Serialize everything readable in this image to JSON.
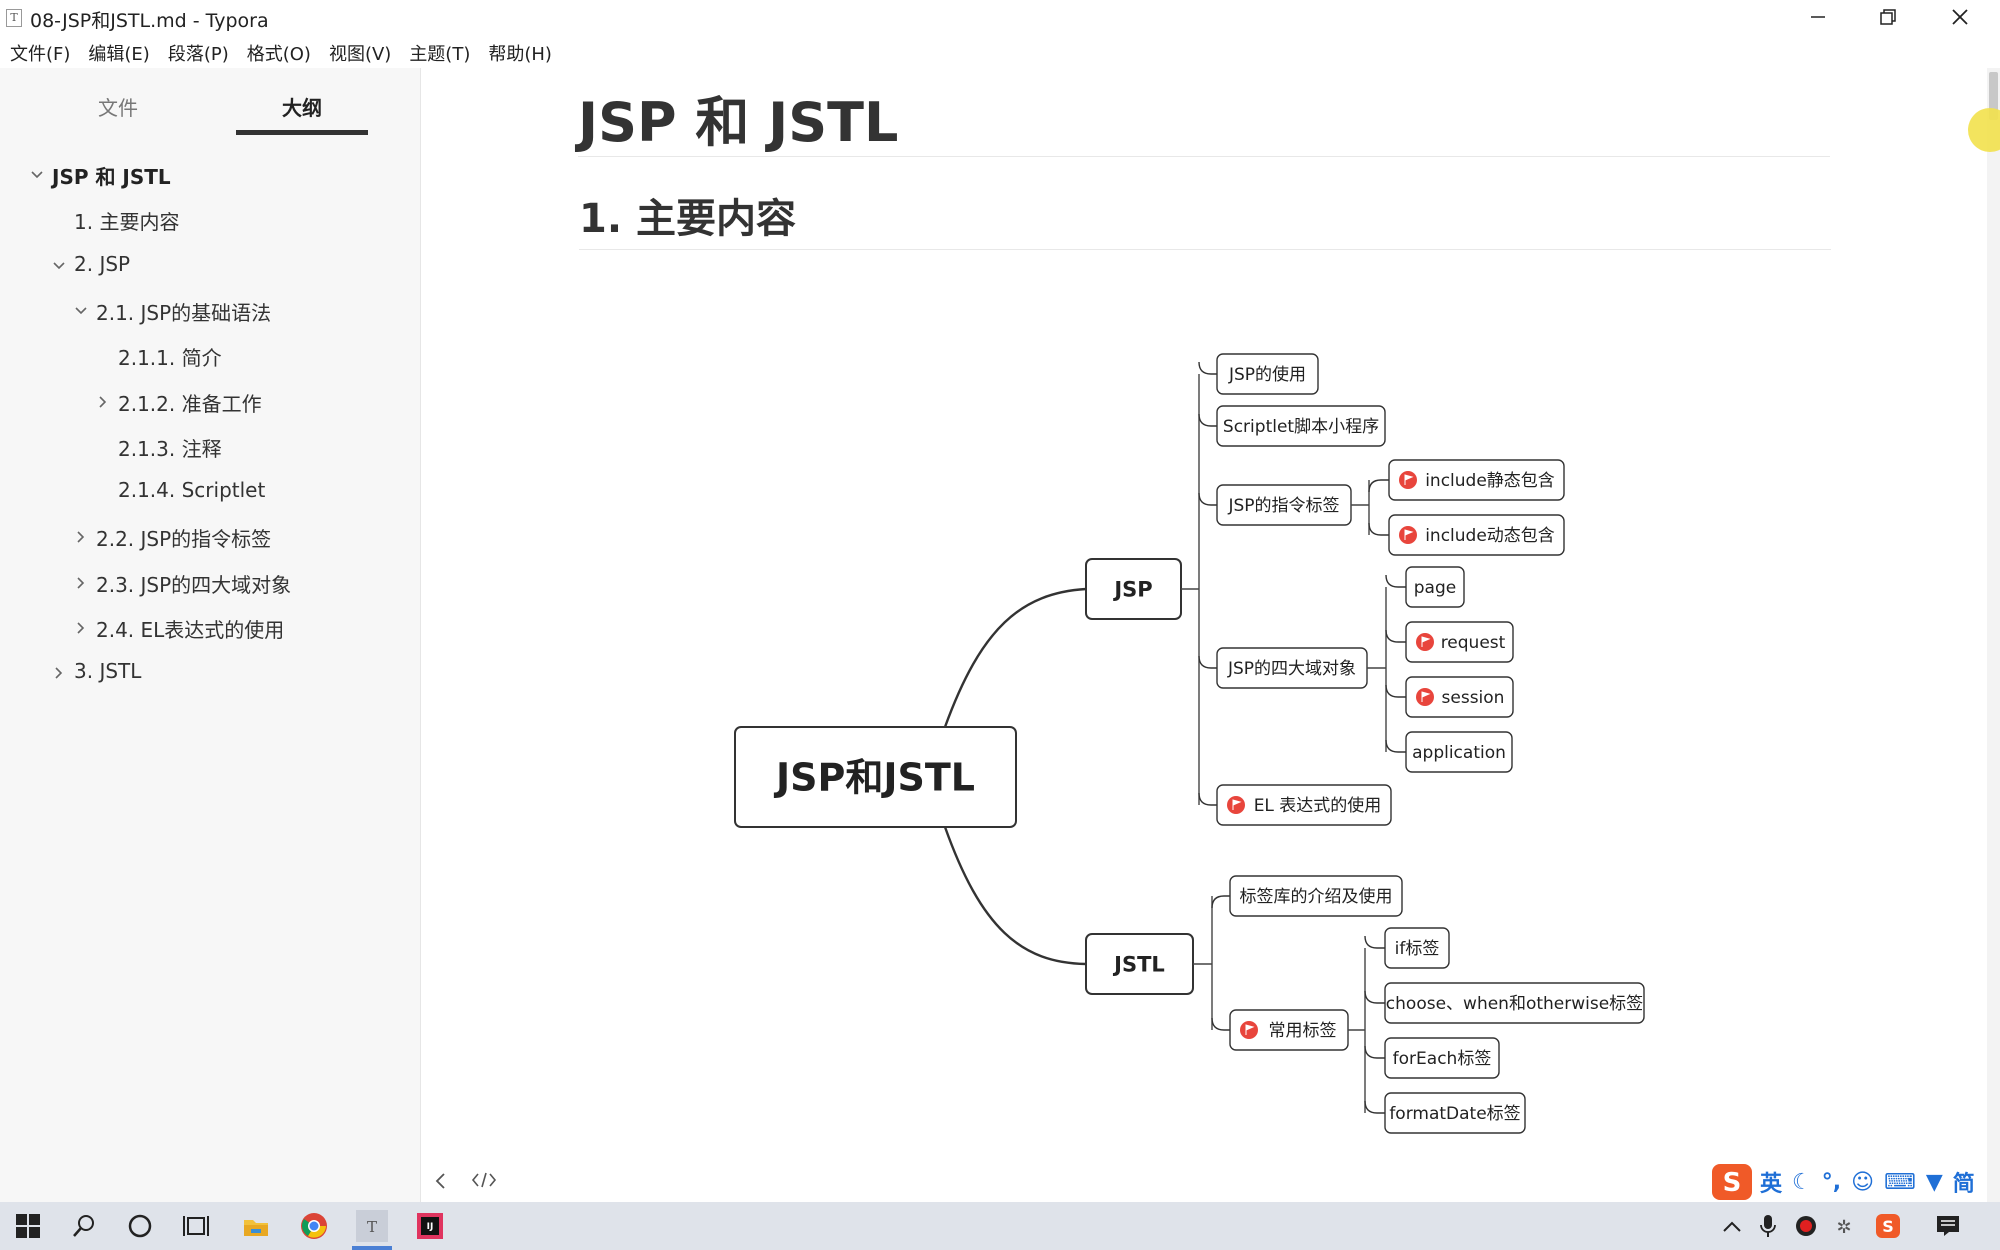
{
  "window": {
    "title": "08-JSP和JSTL.md - Typora",
    "app_icon_letter": "T"
  },
  "menu": [
    "文件(F)",
    "编辑(E)",
    "段落(P)",
    "格式(O)",
    "视图(V)",
    "主题(T)",
    "帮助(H)"
  ],
  "sidebar": {
    "tabs": [
      {
        "label": "文件",
        "active": false
      },
      {
        "label": "大纲",
        "active": true
      }
    ],
    "outline": [
      {
        "label": "JSP 和 JSTL",
        "level": 0,
        "state": "expanded"
      },
      {
        "label": "1. 主要内容",
        "level": 1,
        "state": "none"
      },
      {
        "label": "2. JSP",
        "level": 1,
        "state": "expanded"
      },
      {
        "label": "2.1. JSP的基础语法",
        "level": 2,
        "state": "expanded"
      },
      {
        "label": "2.1.1. 简介",
        "level": 3,
        "state": "none"
      },
      {
        "label": "2.1.2. 准备工作",
        "level": 3,
        "state": "collapsed"
      },
      {
        "label": "2.1.3. 注释",
        "level": 3,
        "state": "none"
      },
      {
        "label": "2.1.4. Scriptlet",
        "level": 3,
        "state": "none"
      },
      {
        "label": "2.2. JSP的指令标签",
        "level": 2,
        "state": "collapsed"
      },
      {
        "label": "2.3. JSP的四大域对象",
        "level": 2,
        "state": "collapsed"
      },
      {
        "label": "2.4. EL表达式的使用",
        "level": 2,
        "state": "collapsed"
      },
      {
        "label": "3. JSTL",
        "level": 1,
        "state": "collapsed"
      }
    ]
  },
  "document": {
    "h1": "JSP 和 JSTL",
    "h2": "1. 主要内容"
  },
  "mindmap": {
    "root": "JSP和JSTL",
    "branches": [
      {
        "label": "JSP",
        "children": [
          {
            "label": "JSP的使用",
            "flag": false
          },
          {
            "label": "Scriptlet脚本小程序",
            "flag": false
          },
          {
            "label": "JSP的指令标签",
            "flag": false,
            "children": [
              {
                "label": "include静态包含",
                "flag": true
              },
              {
                "label": "include动态包含",
                "flag": true
              }
            ]
          },
          {
            "label": "JSP的四大域对象",
            "flag": false,
            "children": [
              {
                "label": "page",
                "flag": false
              },
              {
                "label": "request",
                "flag": true
              },
              {
                "label": "session",
                "flag": true
              },
              {
                "label": "application",
                "flag": false
              }
            ]
          },
          {
            "label": "EL 表达式的使用",
            "flag": true
          }
        ]
      },
      {
        "label": "JSTL",
        "children": [
          {
            "label": "标签库的介绍及使用",
            "flag": false
          },
          {
            "label": "常用标签",
            "flag": true,
            "children": [
              {
                "label": "if标签",
                "flag": false
              },
              {
                "label": "choose、when和otherwise标签",
                "flag": false
              },
              {
                "label": "forEach标签",
                "flag": false
              },
              {
                "label": "formatDate标签",
                "flag": false
              }
            ]
          }
        ]
      }
    ]
  },
  "ime": [
    "英",
    "简"
  ],
  "colors": {
    "flag": "#e8453c",
    "taskbar": "#dfe3ea",
    "accent": "#4a7fd4"
  }
}
